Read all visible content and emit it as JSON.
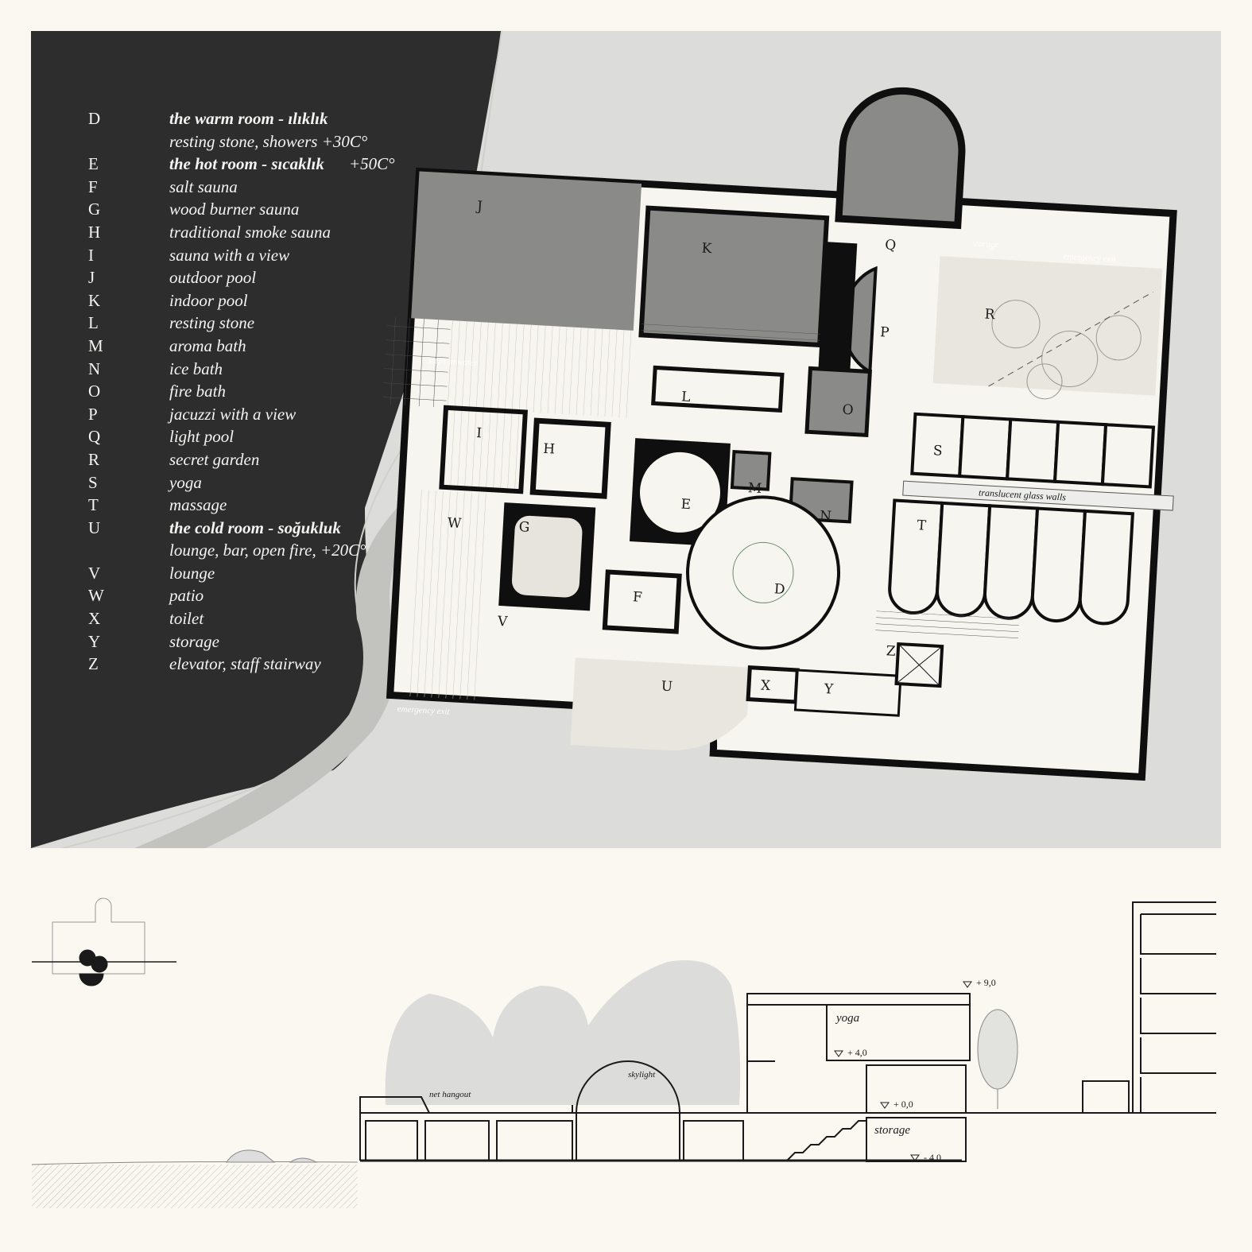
{
  "legend": [
    {
      "code": "D",
      "desc": "the warm room - ılıklık",
      "bold": true
    },
    {
      "code": "",
      "desc": "resting stone, showers +30C°",
      "bold": false
    },
    {
      "code": "E",
      "desc": "the hot room - sıcaklık",
      "suffix": " +50C°",
      "bold": true
    },
    {
      "code": "F",
      "desc": "salt sauna",
      "bold": false
    },
    {
      "code": "G",
      "desc": "wood burner sauna",
      "bold": false
    },
    {
      "code": "H",
      "desc": "traditional smoke sauna",
      "bold": false
    },
    {
      "code": "I",
      "desc": "sauna with a view",
      "bold": false
    },
    {
      "code": "J",
      "desc": "outdoor pool",
      "bold": false
    },
    {
      "code": "K",
      "desc": "indoor pool",
      "bold": false
    },
    {
      "code": "L",
      "desc": "resting stone",
      "bold": false
    },
    {
      "code": "M",
      "desc": "aroma bath",
      "bold": false
    },
    {
      "code": "N",
      "desc": "ice bath",
      "bold": false
    },
    {
      "code": "O",
      "desc": "fire bath",
      "bold": false
    },
    {
      "code": "P",
      "desc": "jacuzzi with a view",
      "bold": false
    },
    {
      "code": "Q",
      "desc": "light pool",
      "bold": false
    },
    {
      "code": "R",
      "desc": "secret garden",
      "bold": false
    },
    {
      "code": "S",
      "desc": "yoga",
      "bold": false
    },
    {
      "code": "T",
      "desc": "massage",
      "bold": false
    },
    {
      "code": "U",
      "desc": "the cold room - soğukluk",
      "bold": true
    },
    {
      "code": "",
      "desc": "lounge, bar, open fire, +20C°",
      "bold": false
    },
    {
      "code": "V",
      "desc": "lounge",
      "bold": false
    },
    {
      "code": "W",
      "desc": "patio",
      "bold": false
    },
    {
      "code": "X",
      "desc": "toilet",
      "bold": false
    },
    {
      "code": "Y",
      "desc": "storage",
      "bold": false
    },
    {
      "code": "Z",
      "desc": "elevator, staff stairway",
      "bold": false
    }
  ],
  "plan_labels": {
    "D": "D",
    "E": "E",
    "F": "F",
    "G": "G",
    "H": "H",
    "I": "I",
    "J": "J",
    "K": "K",
    "L": "L",
    "M": "M",
    "N": "N",
    "O": "O",
    "P": "P",
    "Q": "Q",
    "R": "R",
    "S": "S",
    "T": "T",
    "U": "U",
    "V": "V",
    "W": "W",
    "X": "X",
    "Y": "Y",
    "Z": "Z"
  },
  "plan_notes": {
    "storage": "storage",
    "emergency_exit_top": "emergency exit",
    "emergency_exit_bottom": "emergency exit",
    "steps_to_water": "steps to water",
    "translucent": "translucent glass walls"
  },
  "section": {
    "yoga": "yoga",
    "storage": "storage",
    "net_hangout": "net hangout",
    "skylight": "skylight",
    "elev_top": "+ 9,0",
    "elev_yoga": "+ 4,0",
    "elev_ground": "+ 0,0",
    "elev_storage": "- 4,0"
  },
  "colors": {
    "dark_panel": "#2d2d2d",
    "landscape": "#dcdcda",
    "pool_grey": "#8a8a88",
    "floor": "#f7f5ef",
    "wall": "#0f0f0f",
    "background": "#fbf8f2"
  }
}
